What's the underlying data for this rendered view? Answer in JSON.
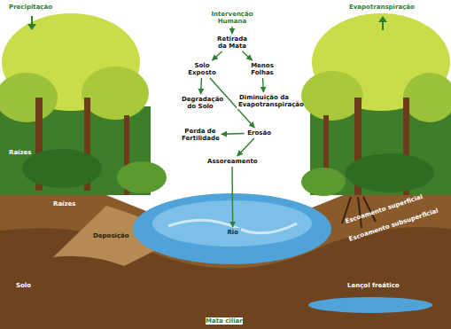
{
  "diagram": {
    "nodes": [
      {
        "text": [
          "Intervenção Humana"
        ]
      },
      {
        "text": [
          "Retirada da Mata"
        ]
      },
      {
        "text": [
          "Solo Exposto"
        ]
      },
      {
        "text": [
          "Menos Folhas"
        ]
      },
      {
        "text": [
          "Degradação do Solo"
        ]
      },
      {
        "text": [
          "Diminuição da Evapotranspiração"
        ]
      },
      {
        "text": [
          "Perda de Fertilidade"
        ]
      },
      {
        "text": [
          "Erosão"
        ]
      },
      {
        "text": [
          "Assoreamento"
        ]
      },
      {
        "text": [
          "Rio"
        ]
      }
    ],
    "edges": [
      {
        "from": 0,
        "to": 1,
        "arrow": "to"
      },
      {
        "from": 1,
        "to": 2,
        "arrow": "to"
      },
      {
        "from": 1,
        "to": 3,
        "arrow": "to"
      },
      {
        "from": 2,
        "to": 4,
        "arrow": "to"
      },
      {
        "from": 2,
        "to": 7,
        "arrow": "to"
      },
      {
        "from": 3,
        "to": 5,
        "arrow": "to"
      },
      {
        "from": 7,
        "to": 6,
        "arrow": "to"
      },
      {
        "from": 7,
        "to": 8,
        "arrow": "to"
      },
      {
        "from": 8,
        "to": 9,
        "arrow": "to"
      }
    ],
    "labels": [
      "Precipitação",
      "Evapotranspiração",
      "Raízes",
      "Raízes",
      "Deposição",
      "Solo",
      "Escoamento superficial",
      "Escoamento subsuperficial",
      "Lençol freático",
      "Mata ciliar"
    ]
  }
}
